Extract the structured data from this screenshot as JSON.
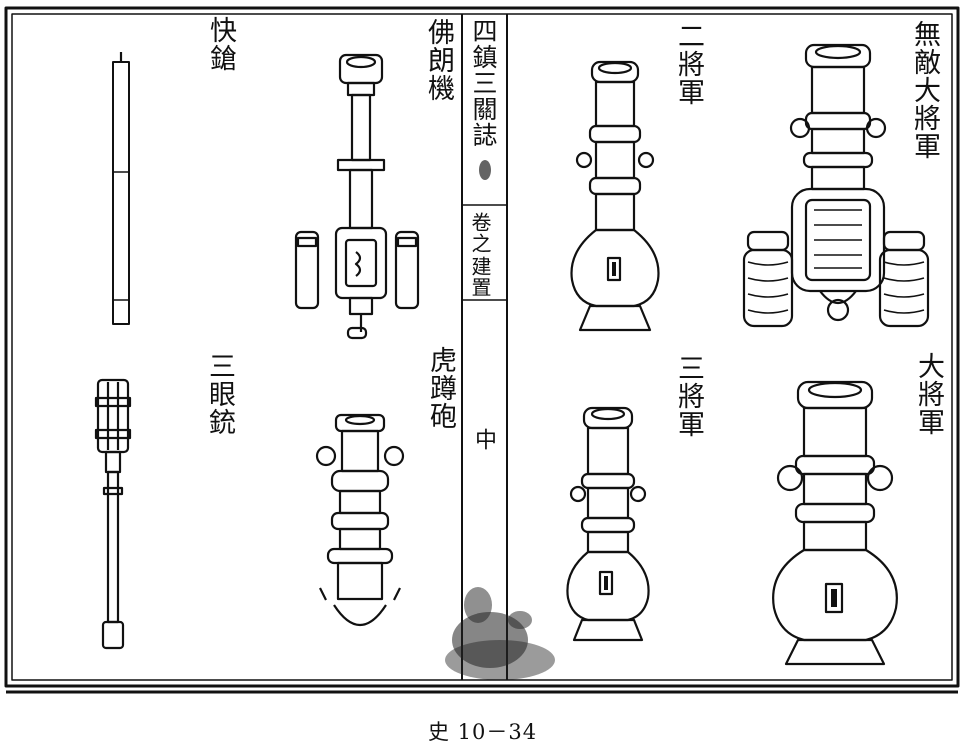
{
  "center_column": "四鎮三關誌",
  "center_sub_upper": "卷之",
  "center_sub_mid": "建置",
  "center_page_mark": "中",
  "labels": {
    "kuaiqiang": "快鎗",
    "folangji": "佛朗機",
    "sanyanchong": "三眼銃",
    "hudunpao": "虎蹲砲",
    "erjiangjun": "二將軍",
    "wudi_dajiangjun": "無敵大將軍",
    "sanjiangjun": "三將軍",
    "dajiangjun": "大將軍"
  },
  "footer": "史 10－34"
}
